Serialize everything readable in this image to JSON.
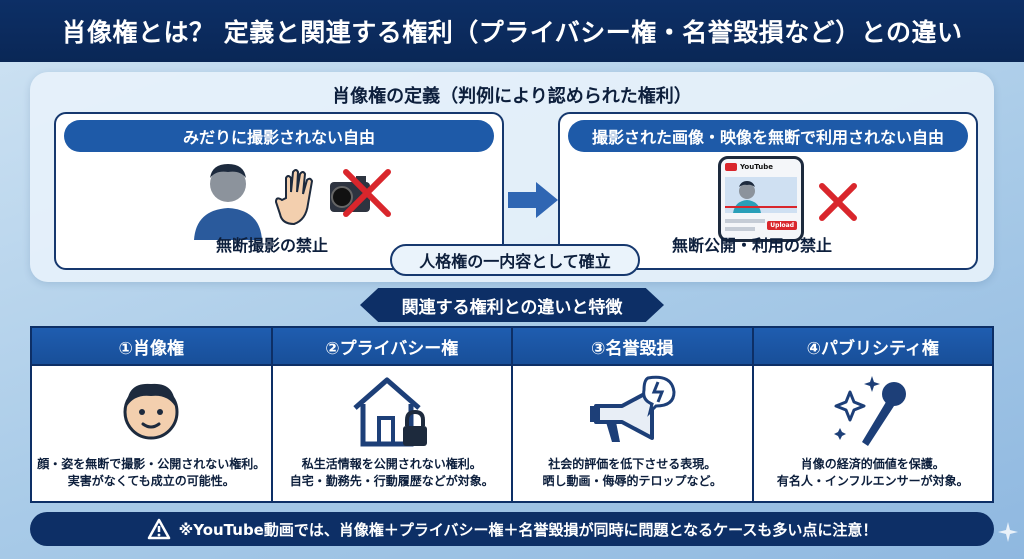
{
  "header": {
    "title": "肖像権とは？ 定義と関連する権利（プライバシー権・名誉毀損など）との違い"
  },
  "definition": {
    "title": "肖像権の定義（判例により認められた権利）",
    "left_card": {
      "heading": "みだりに撮影されない自由",
      "caption": "無断撮影の禁止"
    },
    "right_card": {
      "heading": "撮影された画像・映像を無断で利用されない自由",
      "caption": "無断公開・利用の禁止",
      "phone_app_label": "YouTube",
      "phone_upload_label": "Upload"
    },
    "center_label": "人格権の一内容として確立"
  },
  "section_title": "関連する権利との違いと特徴",
  "columns": [
    {
      "title": "①肖像権",
      "line1": "顔・姿を無断で撮影・公開されない権利。",
      "line2": "実害がなくても成立の可能性。",
      "icon": "person-face-icon"
    },
    {
      "title": "②プライバシー権",
      "line1": "私生活情報を公開されない権利。",
      "line2": "自宅・勤務先・行動履歴などが対象。",
      "icon": "house-lock-icon"
    },
    {
      "title": "③名誉毀損",
      "line1": "社会的評価を低下させる表現。",
      "line2": "晒し動画・侮辱的テロップなど。",
      "icon": "megaphone-icon"
    },
    {
      "title": "④パブリシティ権",
      "line1": "肖像の経済的価値を保護。",
      "line2": "有名人・インフルエンサーが対象。",
      "icon": "microphone-sparkle-icon"
    }
  ],
  "footer": {
    "text": "※YouTube動画では、肖像権＋プライバシー権＋名誉毀損が同時に問題となるケースも多い点に注意！"
  },
  "colors": {
    "navy": "#0d2f66",
    "blue": "#1e5aa8",
    "red": "#d9262c"
  }
}
